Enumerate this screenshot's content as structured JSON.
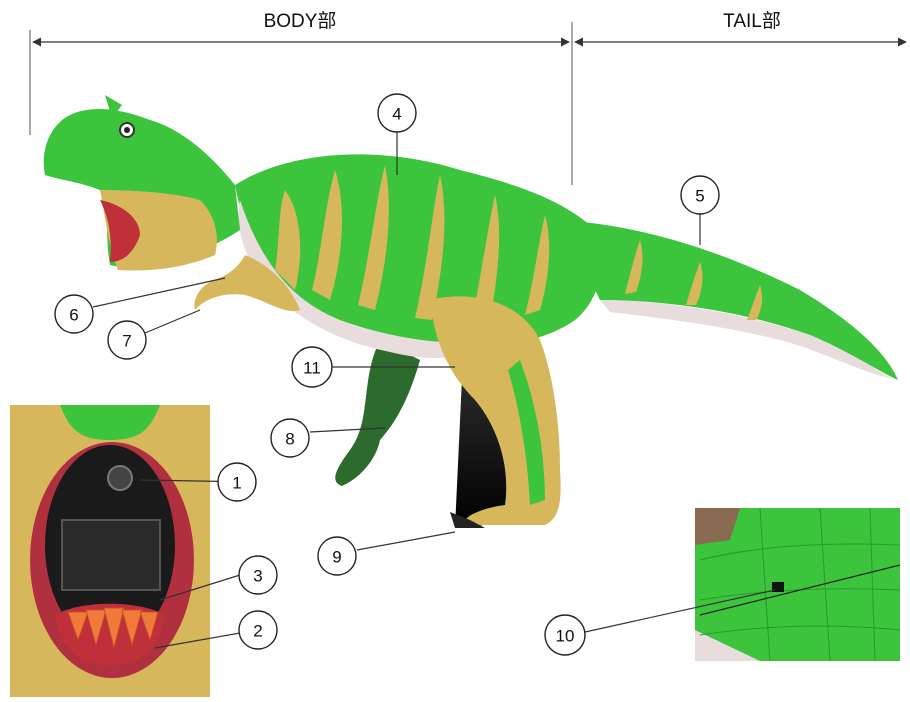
{
  "sections": {
    "body_label": "BODY部",
    "tail_label": "TAIL部"
  },
  "callouts": [
    "1",
    "2",
    "3",
    "4",
    "5",
    "6",
    "7",
    "8",
    "9",
    "10",
    "11"
  ],
  "colors": {
    "dino_green": "#3cc43c",
    "dino_yellow": "#d7b75c",
    "belly": "#e8dcdc",
    "mouth_red": "#c0303a",
    "teeth": "#f07a3a",
    "leg_shadow": "#111111"
  }
}
